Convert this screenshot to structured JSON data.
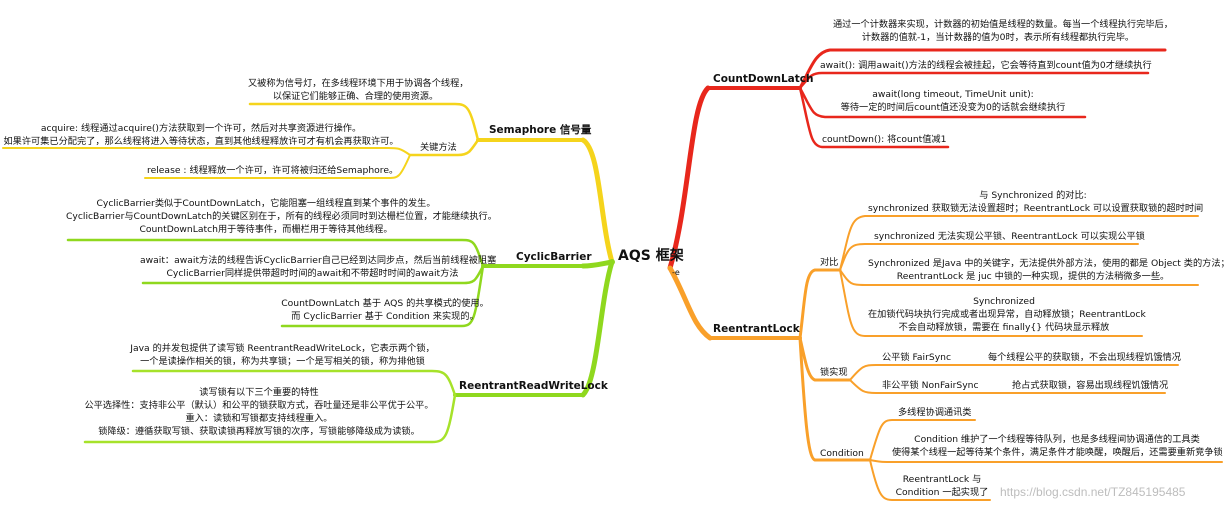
{
  "root": {
    "label": "AQS 框架",
    "sub": "-e"
  },
  "watermark": "https://blog.csdn.net/TZ845195485",
  "colors": {
    "red": "#e8271c",
    "orange": "#f9a02a",
    "yellow": "#f5d41c",
    "green": "#8fd81e",
    "green2": "#a6e22a"
  },
  "cdl": {
    "label": "CountDownLatch",
    "desc": [
      "通过一个计数器来实现，计数器的初始值是线程的数量。每当一个线程执行完毕后，",
      "计数器的值就-1，当计数器的值为0时，表示所有线程都执行完毕。"
    ],
    "await": "await(): 调用await()方法的线程会被挂起，它会等待直到count值为0才继续执行",
    "await_timeout": [
      "await(long timeout, TimeUnit unit):",
      "等待一定的时间后count值还没变为0的话就会继续执行"
    ],
    "countdown": "countDown(): 将count值减1"
  },
  "rl": {
    "label": "ReentrantLock",
    "compare": {
      "label": "对比",
      "sync_title": "与 Synchronized 的对比:",
      "sync_timeout": "synchronized 获取锁无法设置超时；ReentrantLock 可以设置获取锁的超时时间",
      "sync_fair": "synchronized 无法实现公平锁、ReentrantLock 可以实现公平锁",
      "sync_keyword": [
        "Synchronized 是Java 中的关键字，无法提供外部方法，使用的都是 Object 类的方法；",
        "ReentrantLock 是 juc 中锁的一种实现，提供的方法稍微多一些。"
      ],
      "sync_release": [
        "Synchronized",
        "在加锁代码块执行完成或者出现异常，自动释放锁；ReentrantLock",
        "不会自动释放锁，需要在 finally{} 代码块显示释放"
      ]
    },
    "lockimpl": {
      "label": "锁实现",
      "fair_label": "公平锁 FairSync",
      "fair_desc": "每个线程公平的获取锁，不会出现线程饥饿情况",
      "nonfair_label": "非公平锁 NonFairSync",
      "nonfair_desc": "抢占式获取锁，容易出现线程饥饿情况"
    },
    "condition": {
      "label": "Condition",
      "multi": "多线程协调通讯类",
      "queue": [
        "Condition 维护了一个线程等待队列，也是多线程间协调通信的工具类",
        "使得某个线程一起等待某个条件，满足条件才能唤醒，唤醒后，还需要重新竞争锁"
      ],
      "impl": [
        "ReentrantLock 与",
        "Condition 一起实现了"
      ]
    }
  },
  "sem": {
    "label": "Semaphore 信号量",
    "desc": [
      "又被称为信号灯，在多线程环境下用于协调各个线程，",
      "以保证它们能够正确、合理的使用资源。"
    ],
    "key_label": "关键方法",
    "acquire": [
      "acquire: 线程通过acquire()方法获取到一个许可，然后对共享资源进行操作。",
      "如果许可集已分配完了，那么线程将进入等待状态，直到其他线程释放许可才有机会再获取许可。"
    ],
    "release": "release : 线程释放一个许可，许可将被归还给Semaphore。"
  },
  "cb": {
    "label": "CyclicBarrier",
    "desc": [
      "CyclicBarrier类似于CountDownLatch，它能阻塞一组线程直到某个事件的发生。",
      "CyclicBarrier与CountDownLatch的关键区别在于，所有的线程必须同时到达栅栏位置，才能继续执行。",
      "CountDownLatch用于等待事件，而栅栏用于等待其他线程。"
    ],
    "await": [
      "await：await方法的线程告诉CyclicBarrier自己已经到达同步点，然后当前线程被阻塞",
      "CyclicBarrier同样提供带超时时间的await和不带超时时间的await方法"
    ],
    "aqs": [
      "CountDownLatch 基于 AQS 的共享模式的使用。",
      "而 CyclicBarrier 基于 Condition 来实现的。"
    ]
  },
  "rrwl": {
    "label": "ReentrantReadWriteLock",
    "desc": [
      "Java 的并发包提供了读写锁 ReentrantReadWriteLock，它表示两个锁，",
      "一个是读操作相关的锁，称为共享锁；一个是写相关的锁，称为排他锁"
    ],
    "features": [
      "读写锁有以下三个重要的特性",
      "公平选择性：支持非公平（默认）和公平的锁获取方式，吞吐量还是非公平优于公平。",
      "重入：读锁和写锁都支持线程重入。",
      "锁降级：遵循获取写锁、获取读锁再释放写锁的次序，写锁能够降级成为读锁。"
    ]
  }
}
